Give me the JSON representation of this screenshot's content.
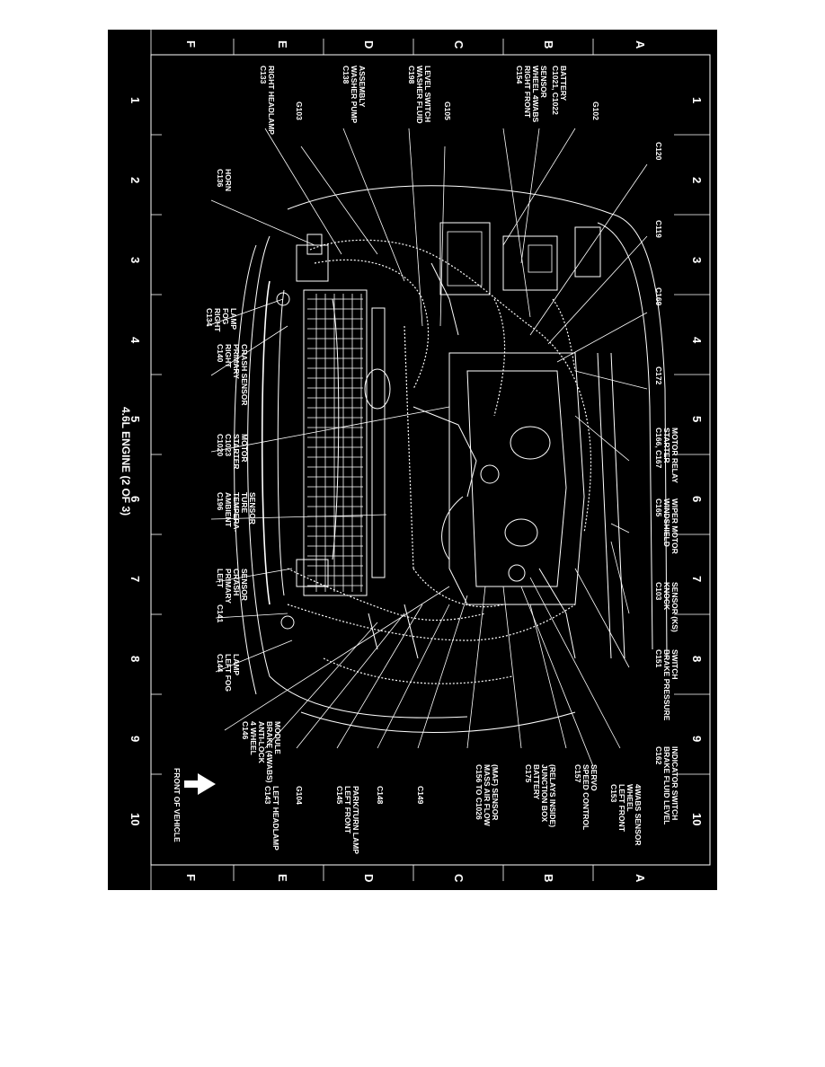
{
  "title": "4.6L ENGINE (2 OF 3)",
  "front_label": "FRONT OF VEHICLE",
  "row_letters": [
    "A",
    "B",
    "C",
    "D",
    "E",
    "F"
  ],
  "col_numbers": [
    "1",
    "2",
    "3",
    "4",
    "5",
    "6",
    "7",
    "8",
    "9",
    "10"
  ],
  "top_labels": [
    [
      "C120"
    ],
    [
      "C119"
    ],
    [
      "C169"
    ],
    [
      "C172"
    ],
    [
      "C166, C167",
      "STARTER",
      "MOTOR RELAY"
    ],
    [
      "C165",
      "WINDSHIELD",
      "WIPER MOTOR"
    ],
    [
      "C103",
      "KNOCK",
      "SENSOR (KS)"
    ],
    [
      "C151",
      "BRAKE PRESSURE",
      "SWITCH"
    ],
    [
      "C162",
      "BRAKE FLUID LEVEL",
      "INDICATOR SWITCH"
    ],
    [
      "C153",
      "LEFT FRONT",
      "WHEEL",
      "4WABS SENSOR"
    ],
    [
      "C157",
      "SPEED CONTROL",
      "SERVO"
    ],
    [
      "C175",
      "BATTERY",
      "JUNCTION BOX",
      "(RELAYS INSIDE)"
    ],
    [
      "C156 TO C1026",
      "MASS AIR FLOW",
      "(MAF) SENSOR"
    ],
    [
      "C149"
    ],
    [
      "C148"
    ],
    [
      "C145",
      "LEFT FRONT",
      "PARK/TURN LAMP"
    ],
    [
      "G104"
    ],
    [
      "C143",
      "LEFT HEADLAMP"
    ]
  ],
  "left_labels": [
    [
      "G102"
    ],
    [
      "C1021, C1022",
      "BATTERY"
    ],
    [
      "C154",
      "RIGHT FRONT",
      "WHEEL 4WABS",
      "SENSOR"
    ],
    [
      "G105"
    ],
    [
      "C198",
      "WASHER FLUID",
      "LEVEL SWITCH"
    ],
    [
      "C138",
      "WASHER PUMP",
      "ASSEMBLY"
    ],
    [
      "G103"
    ],
    [
      "C133",
      "RIGHT HEADLAMP"
    ]
  ],
  "bottom_labels": [
    [
      "C136",
      "HORN"
    ],
    [
      "C134",
      "RIGHT",
      "FOG",
      "LAMP"
    ],
    [
      "C140",
      "RIGHT",
      "PRIMARY",
      "CRASH SENSOR"
    ],
    [
      "C1020",
      "C1023",
      "STARTER",
      "MOTOR"
    ],
    [
      "C196",
      "AMBIENT",
      "TEMPERA-",
      "TURE",
      "SENSOR"
    ],
    [
      "LEFT",
      "PRIMARY",
      "CRASH",
      "SENSOR"
    ],
    [
      "C141"
    ],
    [
      "C144",
      "LEFT FOG",
      "LAMP"
    ],
    [
      "C146",
      "4 WHEEL",
      "ANTI-LOCK",
      "BRAKE (4WABS)",
      "MODULE"
    ]
  ]
}
